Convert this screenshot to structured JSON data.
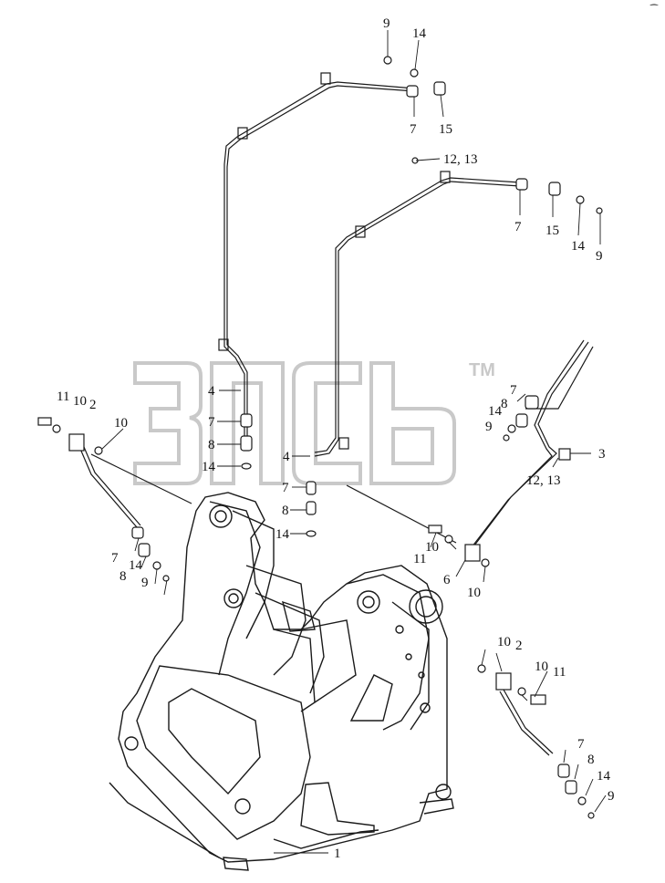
{
  "watermark": {
    "text": "3ПСЬ",
    "trademark": "TM",
    "color": "#c9c9c9"
  },
  "corner_mark": "⁀",
  "callouts": {
    "c9_top": "9",
    "c14_top": "14",
    "c7_top": "7",
    "c15_top": "15",
    "c12_13_top": "12, 13",
    "c7_right": "7",
    "c15_right": "15",
    "c14_right": "14",
    "c9_right": "9",
    "c4_upper": "4",
    "c7_mid_upper": "7",
    "c8_mid_upper": "8",
    "c14_mid_upper": "14",
    "c4_lower": "4",
    "c7_mid_lower": "7",
    "c8_mid_lower": "8",
    "c14_mid_lower": "14",
    "c11_left": "11",
    "c10_left": "10",
    "c2_left": "2",
    "c10_left2": "10",
    "c7_left": "7",
    "c8_left": "8",
    "c14_left": "14",
    "c9_left": "9",
    "c7_ur": "7",
    "c14_ur": "14",
    "c8_ur": "8",
    "c9_ur": "9",
    "c3": "3",
    "c12_13_right": "12, 13",
    "c11_mid": "11",
    "c10_mid": "10",
    "c6": "6",
    "c10_mid2": "10",
    "c10_lr": "10",
    "c2_lr": "2",
    "c10_lr2": "10",
    "c11_lr": "11",
    "c7_lr": "7",
    "c8_lr": "8",
    "c14_lr": "14",
    "c9_lr": "9",
    "c1": "1"
  },
  "colors": {
    "line": "#1a1a1a",
    "watermark": "#c9c9c9"
  }
}
